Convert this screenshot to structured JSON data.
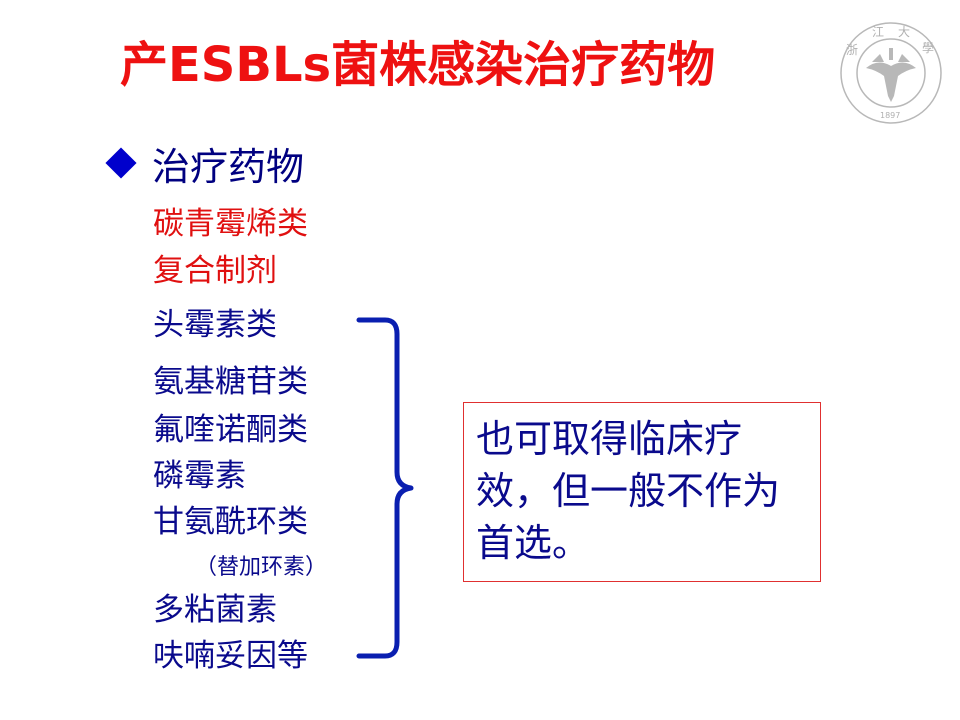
{
  "slide": {
    "title": "产ESBLs菌株感染治疗药物",
    "heading": "治疗药物",
    "red_items": [
      "碳青霉烯类",
      "复合制剂"
    ],
    "blue_items": [
      "头霉素类",
      "氨基糖苷类",
      "氟喹诺酮类",
      "磷霉素",
      "甘氨酰环类",
      "多粘菌素",
      "呋喃妥因等"
    ],
    "note": "（替加环素）",
    "box_text": "也可取得临床疗效，但一般不作为首选。"
  },
  "colors": {
    "title": "#ee1111",
    "red_text": "#e01010",
    "blue_text": "#0a0a8c",
    "brace": "#0a1fb0",
    "box_border": "#e03030"
  },
  "icons": [
    "diamond-bullet-icon",
    "zhejiang-university-logo-icon",
    "curly-brace-icon"
  ]
}
